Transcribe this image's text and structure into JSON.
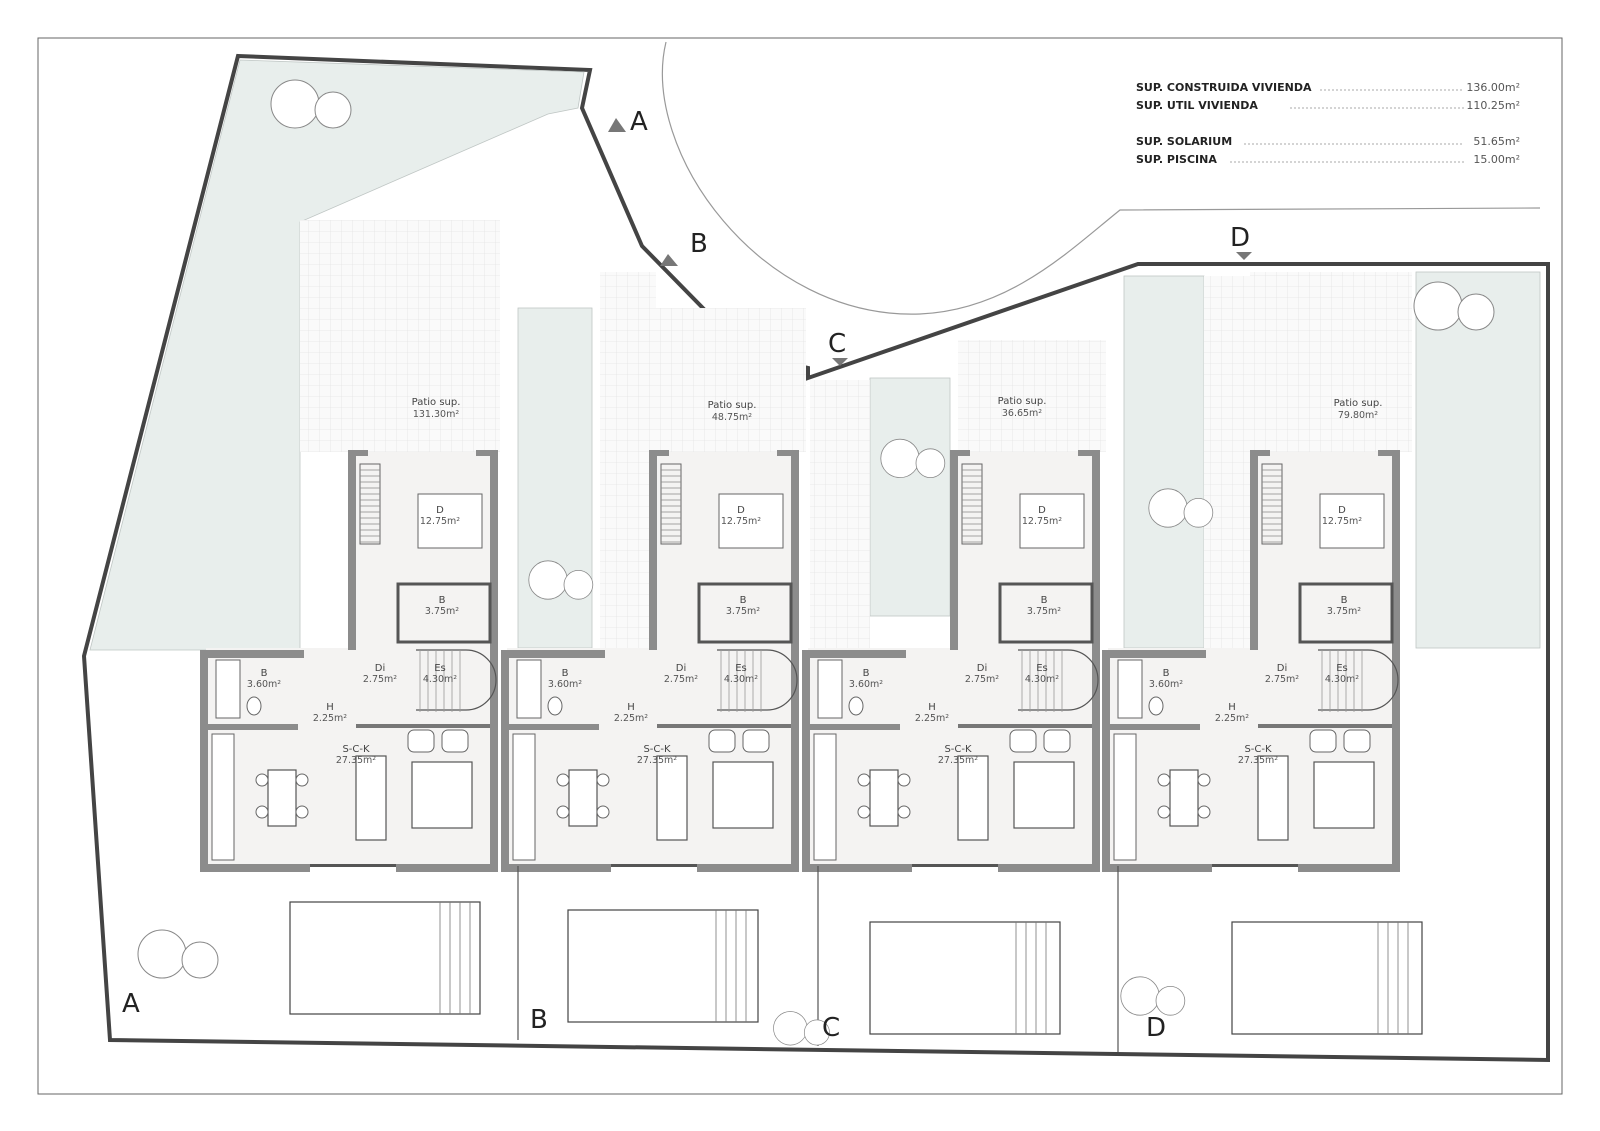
{
  "legend": [
    {
      "label": "SUP. CONSTRUIDA VIVIENDA",
      "value": "136.00m²"
    },
    {
      "label": "SUP. UTIL VIVIENDA",
      "value": "110.25m²"
    },
    {
      "label": "SUP. SOLARIUM",
      "value": "51.65m²"
    },
    {
      "label": "SUP. PISCINA",
      "value": "15.00m²"
    }
  ],
  "section_markers": {
    "a": "A",
    "b": "B",
    "c": "C",
    "d": "D"
  },
  "units": [
    {
      "patio": {
        "label": "Patio sup.",
        "area": "131.30m²"
      },
      "rooms": {
        "dormitorio": {
          "label": "D",
          "area": "12.75m²"
        },
        "bano_sup": {
          "label": "B",
          "area": "3.75m²"
        },
        "distribuidor": {
          "label": "Di",
          "area": "2.75m²"
        },
        "escalera": {
          "label": "Es",
          "area": "4.30m²"
        },
        "bano": {
          "label": "B",
          "area": "3.60m²"
        },
        "hall": {
          "label": "H",
          "area": "2.25m²"
        },
        "salon": {
          "label": "S-C-K",
          "area": "27.35m²"
        }
      }
    },
    {
      "patio": {
        "label": "Patio sup.",
        "area": "48.75m²"
      },
      "rooms": {
        "dormitorio": {
          "label": "D",
          "area": "12.75m²"
        },
        "bano_sup": {
          "label": "B",
          "area": "3.75m²"
        },
        "distribuidor": {
          "label": "Di",
          "area": "2.75m²"
        },
        "escalera": {
          "label": "Es",
          "area": "4.30m²"
        },
        "bano": {
          "label": "B",
          "area": "3.60m²"
        },
        "hall": {
          "label": "H",
          "area": "2.25m²"
        },
        "salon": {
          "label": "S-C-K",
          "area": "27.35m²"
        }
      }
    },
    {
      "patio": {
        "label": "Patio sup.",
        "area": "36.65m²"
      },
      "rooms": {
        "dormitorio": {
          "label": "D",
          "area": "12.75m²"
        },
        "bano_sup": {
          "label": "B",
          "area": "3.75m²"
        },
        "distribuidor": {
          "label": "Di",
          "area": "2.75m²"
        },
        "escalera": {
          "label": "Es",
          "area": "4.30m²"
        },
        "bano": {
          "label": "B",
          "area": "3.60m²"
        },
        "hall": {
          "label": "H",
          "area": "2.25m²"
        },
        "salon": {
          "label": "S-C-K",
          "area": "27.35m²"
        }
      }
    },
    {
      "patio": {
        "label": "Patio sup.",
        "area": "79.80m²"
      },
      "rooms": {
        "dormitorio": {
          "label": "D",
          "area": "12.75m²"
        },
        "bano_sup": {
          "label": "B",
          "area": "3.75m²"
        },
        "distribuidor": {
          "label": "Di",
          "area": "2.75m²"
        },
        "escalera": {
          "label": "Es",
          "area": "4.30m²"
        },
        "bano": {
          "label": "B",
          "area": "3.60m²"
        },
        "hall": {
          "label": "H",
          "area": "2.25m²"
        },
        "salon": {
          "label": "S-C-K",
          "area": "27.35m²"
        }
      }
    }
  ]
}
